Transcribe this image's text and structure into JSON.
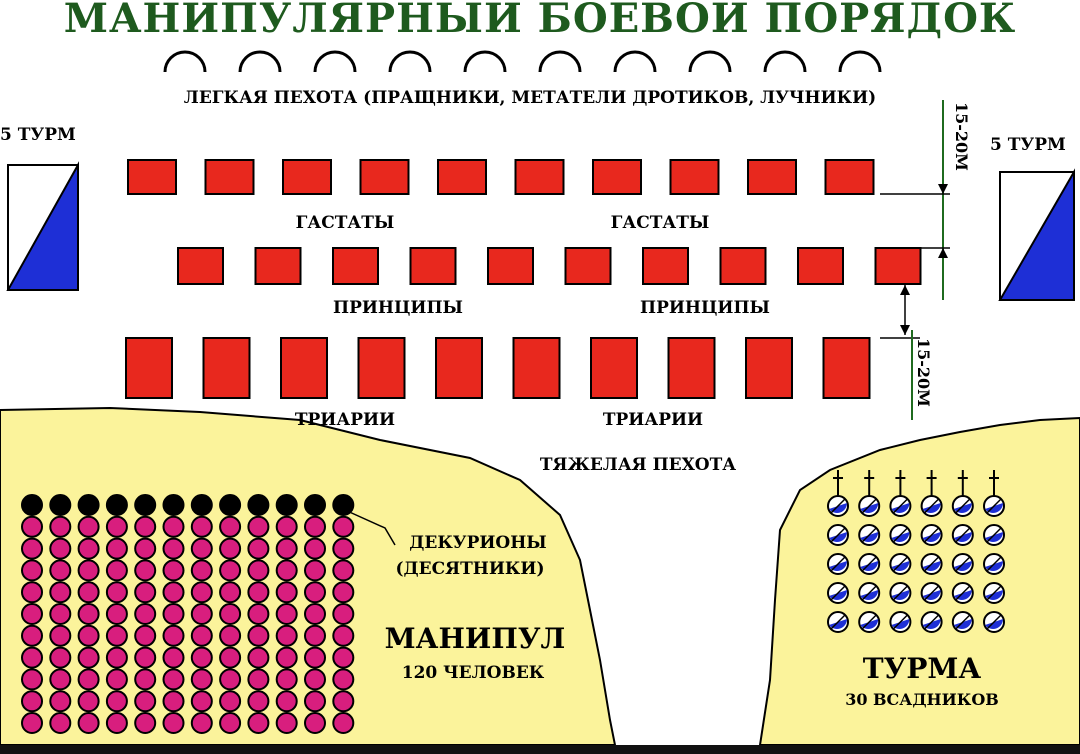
{
  "title": "МАНИПУЛЯРНЫЙ БОЕВОЙ ПОРЯДОК",
  "light_infantry_label": "ЛЕГКАЯ ПЕХОТА (ПРАЩНИКИ, МЕТАТЕЛИ ДРОТИКОВ, ЛУЧНИКИ)",
  "left_cavalry_label": "5 ТУРМ",
  "right_cavalry_label": "5 ТУРМ",
  "distance_label_top": "15-20М",
  "distance_label_bottom": "15-20М",
  "hastati_left": "ГАСТАТЫ",
  "hastati_right": "ГАСТАТЫ",
  "principes_left": "ПРИНЦИПЫ",
  "principes_right": "ПРИНЦИПЫ",
  "triarii_left": "ТРИАРИИ",
  "triarii_right": "ТРИАРИИ",
  "heavy_infantry_label": "ТЯЖЕЛАЯ ПЕХОТА",
  "decurions_label_line1": "ДЕКУРИОНЫ",
  "decurions_label_line2": "(ДЕСЯТНИКИ)",
  "maniple_title": "МАНИПУЛ",
  "maniple_subtitle": "120 ЧЕЛОВЕК",
  "turma_title": "ТУРМА",
  "turma_subtitle": "30 ВСАДНИКОВ",
  "colors": {
    "title": "#1e5a1e",
    "unit_fill": "#e8281e",
    "unit_stroke": "#000000",
    "sand": "#fbf39b",
    "cavalry_blue": "#1e2fd6",
    "soldier_pink": "#d81e7e",
    "measure_line": "#1f6b1f"
  },
  "structure": {
    "light_infantry_arcs": 10,
    "hastati_maniples": 10,
    "principes_maniples": 10,
    "triarii_maniples": 10,
    "maniple_grid": {
      "cols": 12,
      "rows": 11,
      "decurion_rows": 1
    },
    "turma_grid": {
      "cols": 6,
      "rows": 5
    }
  }
}
